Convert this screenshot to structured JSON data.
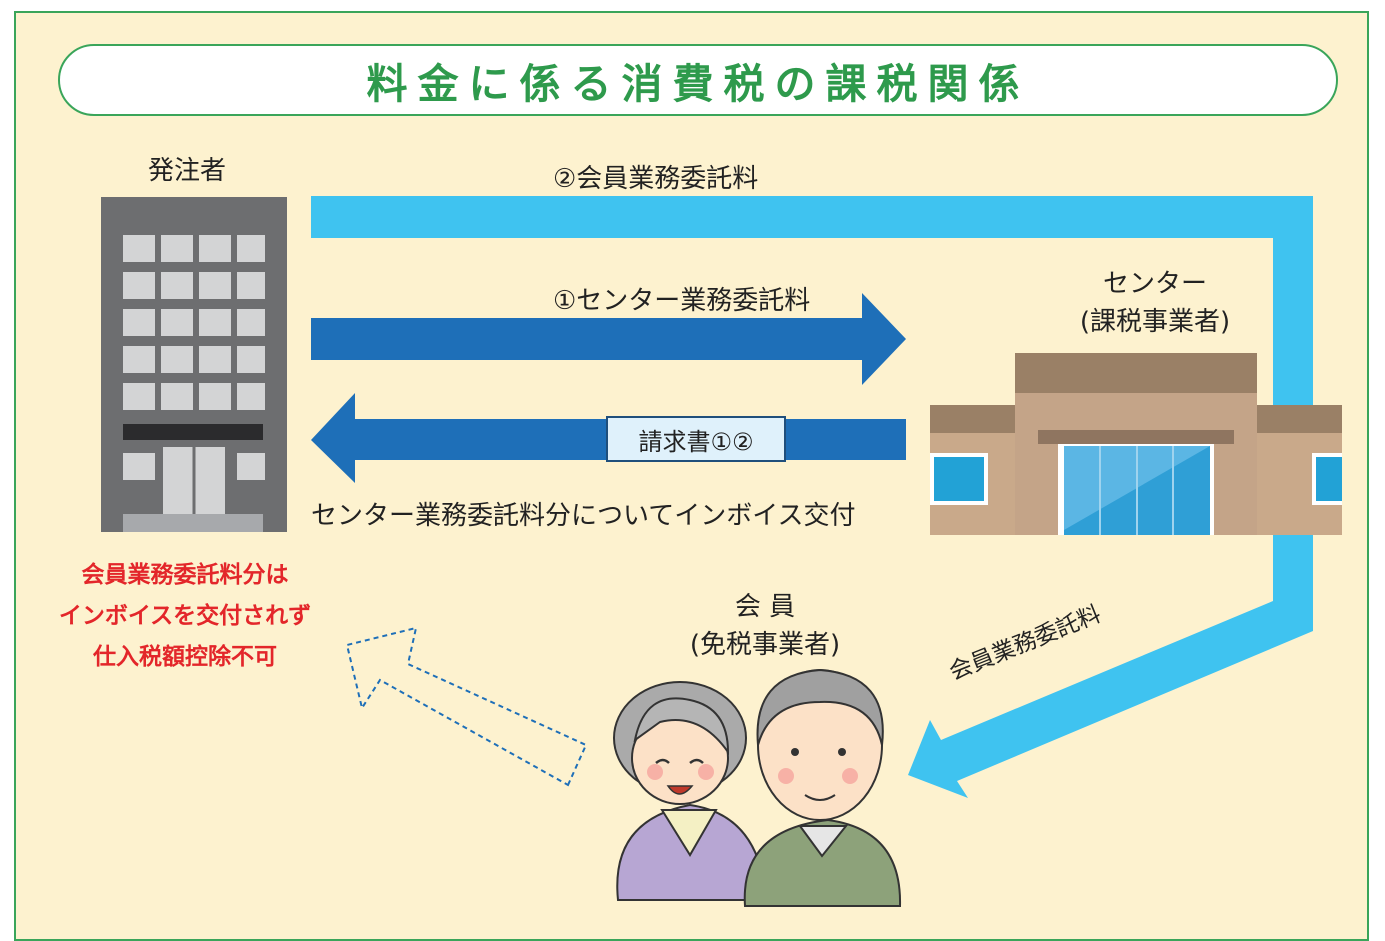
{
  "title": "料金に係る消費税の課税関係",
  "client": {
    "label": "発注者"
  },
  "center": {
    "name": "センター",
    "status": "(課税事業者)"
  },
  "member": {
    "name": "会 員",
    "status": "(免税事業者)"
  },
  "flows": {
    "member_fee_top": "②会員業務委託料",
    "center_fee": "①センター業務委託料",
    "invoice": "請求書①②",
    "invoice_note": "センター業務委託料分についてインボイス交付",
    "member_fee_diag": "会員業務委託料"
  },
  "warning": {
    "line1": "会員業務委託料分は",
    "line2": "インボイスを交付されず",
    "line3": "仕入税額控除不可"
  },
  "colors": {
    "title_green": "#2e9a4c",
    "panel_bg": "#fdf2cf",
    "dark_arrow": "#1e6fb8",
    "light_arrow": "#3fc3f0",
    "warning_red": "#e3262a"
  }
}
